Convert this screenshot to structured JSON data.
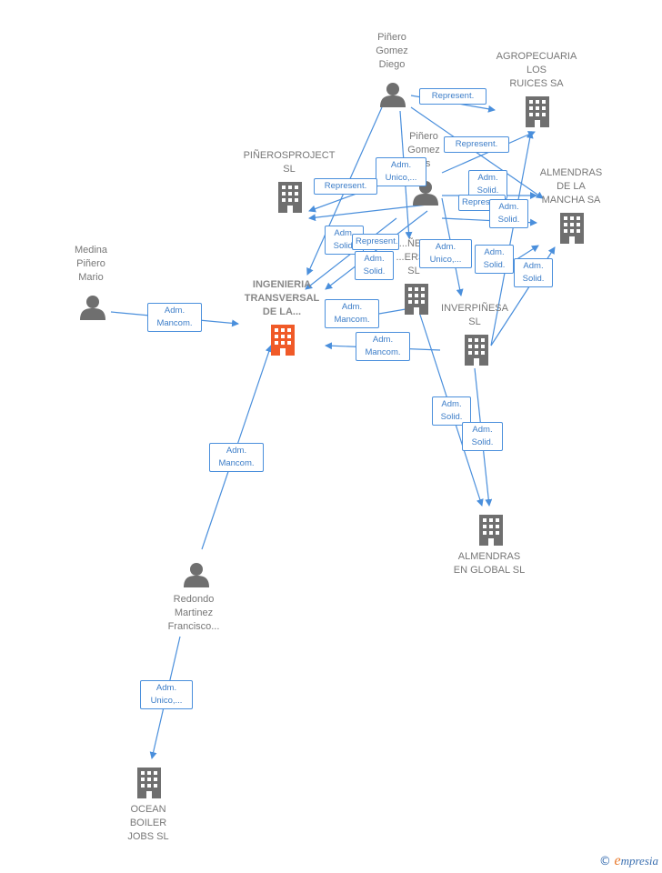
{
  "colors": {
    "edge": "#4a8fdc",
    "node": "#6f6f6f",
    "main_node": "#f05a28",
    "label": "#777777"
  },
  "nodes": {
    "pinero_gomez_diego": {
      "label": "Piñero\nGomez\nDiego",
      "type": "person"
    },
    "agropecuaria": {
      "label": "AGROPECUARIA\nLOS\nRUICES SA",
      "type": "company"
    },
    "pinero_gomez_2": {
      "label": "Piñero\nGomez\n...s",
      "type": "person"
    },
    "pinerosproject": {
      "label": "PIÑEROSPROJECT\nSL",
      "type": "company"
    },
    "almendras_mancha": {
      "label": "ALMENDRAS\nDE LA\nMANCHA SA",
      "type": "company"
    },
    "medina": {
      "label": "Medina\nPiñero\nMario",
      "type": "person"
    },
    "ingenieria": {
      "label": "INGENIERIA\nTRANSVERSAL\nDE LA...",
      "type": "company-main"
    },
    "inver_transversal": {
      "label": "...ÑER\n...ERSA\nSL",
      "type": "company"
    },
    "inverpinesa": {
      "label": "INVERPIÑESA\nSL",
      "type": "company"
    },
    "almendras_global": {
      "label": "ALMENDRAS\nEN GLOBAL SL",
      "type": "company"
    },
    "redondo": {
      "label": "Redondo\nMartinez\nFrancisco...",
      "type": "person"
    },
    "ocean_boiler": {
      "label": "OCEAN\nBOILER\nJOBS SL",
      "type": "company"
    }
  },
  "edge_labels": [
    "Represent.",
    "Represent.",
    "Adm.\nUnico,...",
    "Represent.",
    "Adm.\nSolid.",
    "Represent.",
    "Adm.\nSolid.",
    "Adm.\nSolid.",
    "Represent.",
    "Adm.\nSolid.",
    "Adm.\nUnico,...",
    "Adm.\nSolid.",
    "Adm.\nSolid.",
    "Adm.\nMancom.",
    "Adm.\nMancom.",
    "Adm.\nMancom.",
    "Adm.\nMancom.",
    "Adm.\nSolid.",
    "Adm.\nSolid.",
    "Adm.\nUnico,..."
  ],
  "brand": {
    "copyright": "©",
    "e": "e",
    "rest": "mpresia"
  }
}
